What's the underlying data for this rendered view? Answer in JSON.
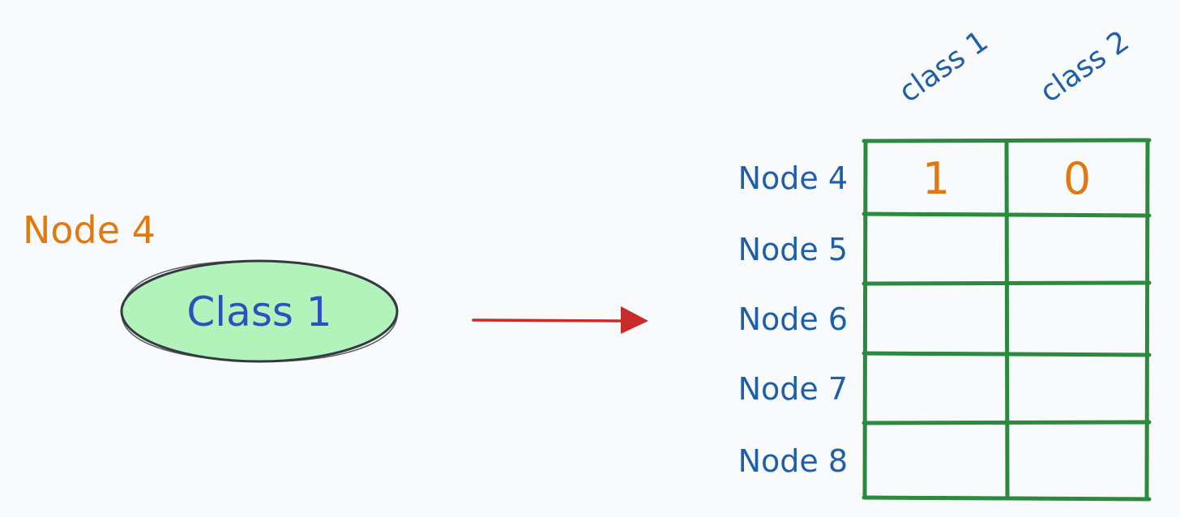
{
  "source": {
    "node_label": "Node 4",
    "class_label": "Class 1"
  },
  "matrix": {
    "columns": [
      "class 1",
      "class 2"
    ],
    "rows": [
      {
        "label": "Node 4",
        "values": [
          "1",
          "0"
        ]
      },
      {
        "label": "Node 5",
        "values": [
          "",
          ""
        ]
      },
      {
        "label": "Node 6",
        "values": [
          "",
          ""
        ]
      },
      {
        "label": "Node 7",
        "values": [
          "",
          ""
        ]
      },
      {
        "label": "Node 8",
        "values": [
          "",
          ""
        ]
      }
    ]
  },
  "colors": {
    "background": "#f9fafb",
    "node_label": "#e07a10",
    "class_label": "#2f4fbf",
    "ellipse_fill": "#b2f2bb",
    "ellipse_stroke": "#343a40",
    "arrow": "#c92a2a",
    "grid": "#2b8a3e",
    "row_label": "#1f5fa8",
    "cell_value": "#e07a10"
  },
  "icons": {
    "arrow": "arrow-right-icon"
  }
}
